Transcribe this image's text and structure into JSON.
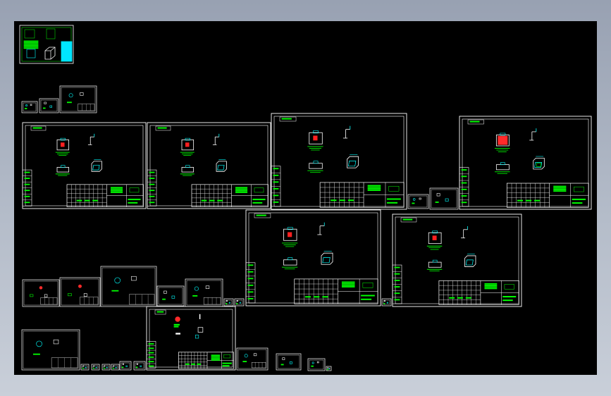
{
  "app": {
    "canvas_background": "#000000",
    "window_background": "#a9b1bf"
  },
  "colors": {
    "frame": "#ffffff",
    "geometry": "#00ff00",
    "dimension": "#00ffff",
    "highlight": "#ff2a2a",
    "accent": "#00e5ff",
    "sheet_fill": "#000000"
  },
  "sheets": [
    {
      "id": "overview-sheet",
      "style": "overview"
    },
    {
      "id": "small-sheet-1",
      "style": "mini"
    },
    {
      "id": "small-sheet-2",
      "style": "mini"
    },
    {
      "id": "small-sheet-3",
      "style": "mini"
    },
    {
      "id": "sheet-a1",
      "style": "full",
      "content": "part-views"
    },
    {
      "id": "sheet-a2",
      "style": "full",
      "content": "part-views"
    },
    {
      "id": "sheet-a3",
      "style": "full",
      "content": "part-views"
    },
    {
      "id": "sheet-a4",
      "style": "full",
      "content": "part-views-red"
    },
    {
      "id": "sheet-b1",
      "style": "full",
      "content": "part-views"
    },
    {
      "id": "sheet-b2",
      "style": "full",
      "content": "part-views"
    },
    {
      "id": "sheet-c1",
      "style": "full",
      "content": "exploded"
    },
    {
      "id": "sheet-tiny-row",
      "style": "mini"
    }
  ]
}
